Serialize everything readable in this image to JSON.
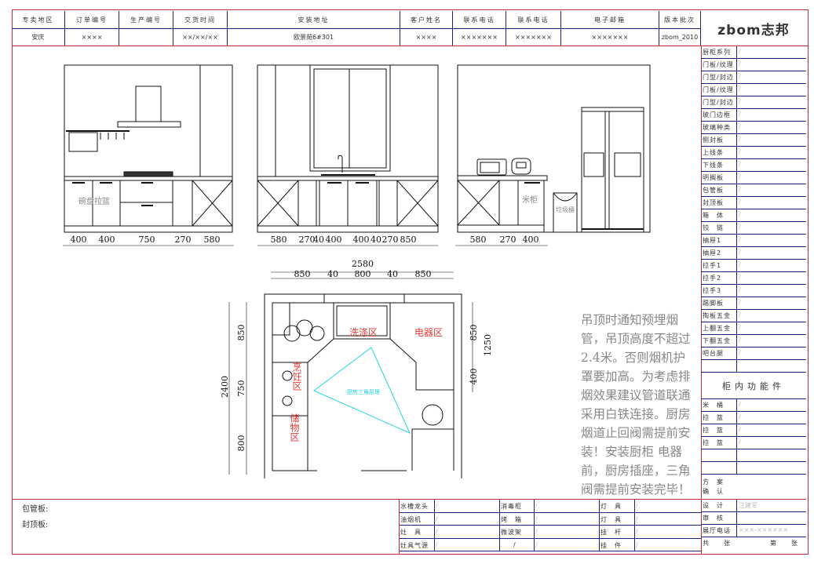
{
  "header": {
    "columns": [
      "专卖地区",
      "订单编号",
      "生产编号",
      "交货时间",
      "安装地址",
      "客户姓名",
      "联系电话",
      "联系电话",
      "电子邮箱",
      "版本批次"
    ],
    "values": [
      "安庆",
      "××××",
      "",
      "××/××/××",
      "欧景苑6#301",
      "××××",
      "×××××××",
      "×××××××",
      "×××××××",
      "zbom_2010"
    ],
    "logo": "zbom志邦"
  },
  "spec_panel": {
    "rows": [
      {
        "k": "厨柜系列",
        "v": "/"
      },
      {
        "k": "门板/纹理",
        "v": "/"
      },
      {
        "k": "门型/封边",
        "v": "/"
      },
      {
        "k": "门板/纹理",
        "v": "/"
      },
      {
        "k": "门型/封边",
        "v": "/"
      },
      {
        "k": "玻门边框",
        "v": "/"
      },
      {
        "k": "玻璃种类",
        "v": "/"
      },
      {
        "k": "侧封板",
        "v": "/"
      },
      {
        "k": "上线条",
        "v": "/"
      },
      {
        "k": "下线条",
        "v": "/"
      },
      {
        "k": "明搁板",
        "v": "/"
      },
      {
        "k": "包管板",
        "v": "/"
      },
      {
        "k": "封顶板",
        "v": "/"
      },
      {
        "k": "箱　体",
        "v": "/"
      },
      {
        "k": "铰　链",
        "v": "/"
      },
      {
        "k": "抽屉1",
        "v": "/"
      },
      {
        "k": "抽屉2",
        "v": "/"
      },
      {
        "k": "拉手1",
        "v": "/"
      },
      {
        "k": "拉手2",
        "v": "/"
      },
      {
        "k": "拉手3",
        "v": "/"
      },
      {
        "k": "踢脚板",
        "v": "/"
      },
      {
        "k": "掏板五金",
        "v": "/"
      },
      {
        "k": "上翻五金",
        "v": "/"
      },
      {
        "k": "下翻五金",
        "v": "/"
      },
      {
        "k": "吧台腿",
        "v": "/"
      },
      {
        "k": "",
        "v": ""
      }
    ],
    "section_title": "柜内功能件",
    "function_rows": [
      {
        "k": "米　桶",
        "v": "/"
      },
      {
        "k": "拉　篮",
        "v": "/"
      },
      {
        "k": "拉　篮",
        "v": "/"
      },
      {
        "k": "拉　篮",
        "v": "/"
      },
      {
        "k": "",
        "v": ""
      },
      {
        "k": "",
        "v": ""
      }
    ],
    "approval_label_1": "方　案",
    "approval_label_2": "确　认",
    "footer_rows": [
      {
        "k": "设　计",
        "v": "汪建军"
      },
      {
        "k": "审　核",
        "v": ""
      },
      {
        "k": "展厅电话",
        "v": "×××-××××××"
      }
    ],
    "sheet_total": "共　　张",
    "sheet_no": "第　　张"
  },
  "bottom_table": {
    "rows": [
      [
        "水槽龙头",
        "/",
        "消毒柜",
        "/",
        "灯　具",
        "/"
      ],
      [
        "油烟机",
        "/",
        "烤　箱",
        "/",
        "灯　具",
        "/"
      ],
      [
        "灶　具",
        "/",
        "微波架",
        "/",
        "挂　杆",
        "/"
      ],
      [
        "灶具气源",
        "/",
        "/",
        "/",
        "挂　件",
        "/"
      ]
    ]
  },
  "notes_left": {
    "pipe_board": "包管板:",
    "top_board": "封顶板:"
  },
  "note": "吊顶时通知预埋烟管，吊顶高度不超过2.4米。否则烟机护罩要加高。为考虑排烟效果建议管道联通采用白铁连接。厨房烟道止回阀需提前安装！安装厨柜 电器前，厨房插座，三角阀需提前安装完毕！",
  "elevation_a": {
    "label": "碗盘拉篮",
    "dims": [
      "400",
      "400",
      "750",
      "270",
      "580"
    ]
  },
  "elevation_b": {
    "dims": [
      "580",
      "270",
      "40",
      "400",
      "400",
      "40",
      "270",
      "850"
    ]
  },
  "elevation_c": {
    "rice": "米柜",
    "trash": "垃圾桶",
    "dims": [
      "580",
      "270",
      "400"
    ]
  },
  "plan": {
    "top_total": "2580",
    "top_dims": [
      "850",
      "40",
      "800",
      "40",
      "850"
    ],
    "left_total": "2400",
    "left_dims": [
      "850",
      "750",
      "800"
    ],
    "right_total": "1250",
    "right_dims": [
      "850",
      "400"
    ],
    "zones": {
      "wash": "洗涤区",
      "appliance": "电器区",
      "cook": "烹饪区",
      "storage": "储物区"
    },
    "triangle": "厨房三角原理"
  },
  "colors": {
    "frame": "#c0283c",
    "grid": "#1a237e",
    "zone": "#e53935",
    "triangle": "#22d3e6"
  }
}
